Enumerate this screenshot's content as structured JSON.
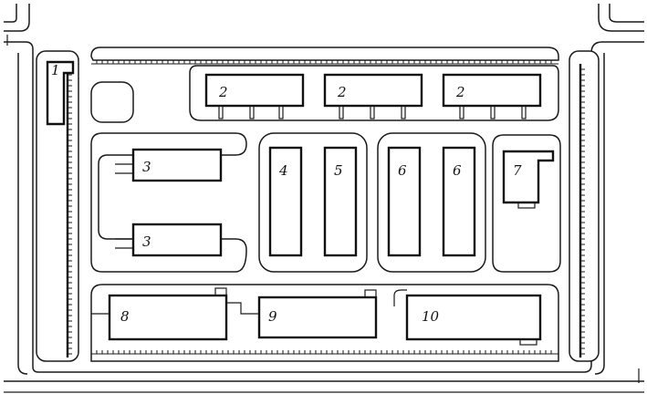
{
  "site_plan": {
    "labels": {
      "b1": "1",
      "b2a": "2",
      "b2b": "2",
      "b2c": "2",
      "b3a": "3",
      "b3b": "3",
      "b4": "4",
      "b5": "5",
      "b6a": "6",
      "b6b": "6",
      "b7": "7",
      "b8": "8",
      "b9": "9",
      "b10": "10"
    }
  }
}
